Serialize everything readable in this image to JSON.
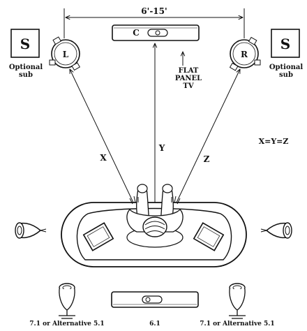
{
  "distance_label": "6'-15'",
  "speakers": {
    "center": "C",
    "left": "L",
    "right": "R"
  },
  "sub": {
    "letter": "S",
    "caption_line1": "Optional",
    "caption_line2": "sub"
  },
  "tv": {
    "line1": "FLAT",
    "line2": "PANEL",
    "line3": "TV"
  },
  "distances": {
    "x": "X",
    "y": "Y",
    "z": "Z",
    "equation": "X=Y=Z"
  },
  "bottom_labels": {
    "left": "7.1 or Alternative 5.1",
    "center": "6.1",
    "right": "7.1 or Alternative 5.1"
  }
}
